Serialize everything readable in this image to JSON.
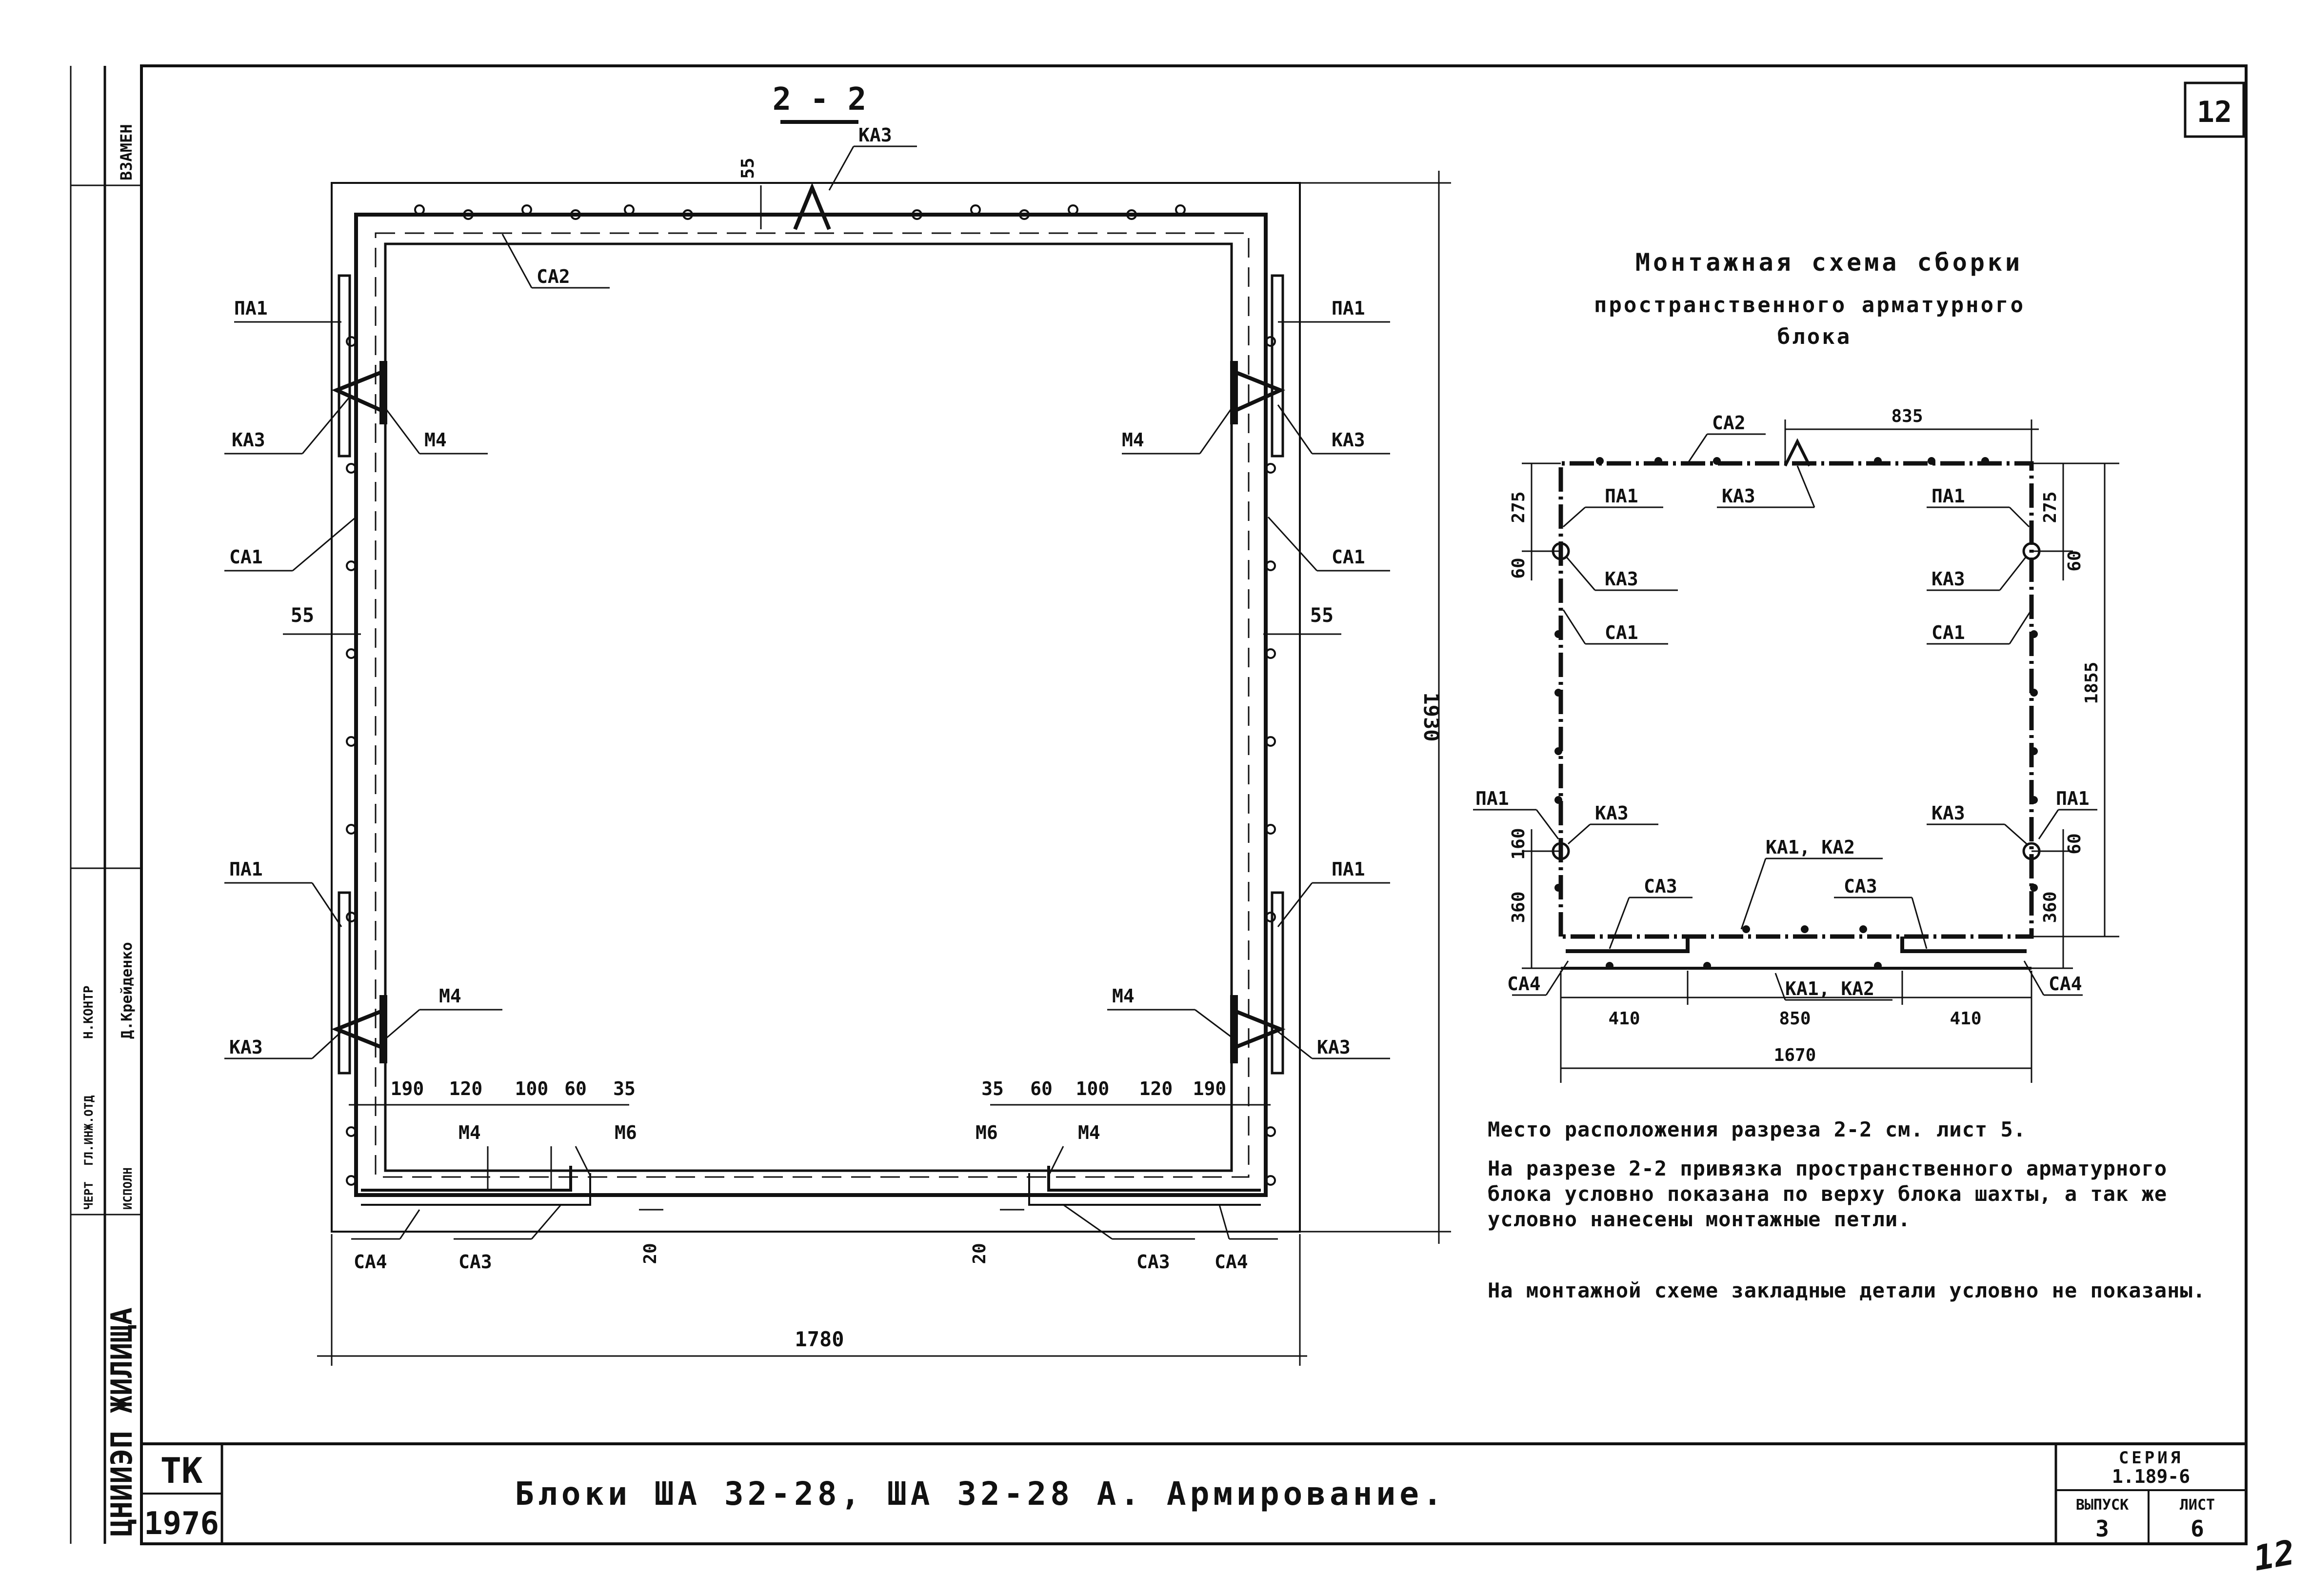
{
  "sheet": {
    "page_corner_number": "12",
    "handwritten_number": "12",
    "side_stamp": {
      "replace": "ВЗАМЕН",
      "org": "ЦНИИЭП ЖИЛИЩА",
      "role1": "Н.КОНТР",
      "role2": "ГЛ.ИНЖ.ОТД",
      "role3": "ИСПОЛН",
      "role4": "ЧЕРТ",
      "name": "Д.Крейденко"
    },
    "section": {
      "title": "2 - 2",
      "overall_width": "1780",
      "overall_height": "1930",
      "top_offset": "55",
      "left_offset": "55",
      "right_offset": "55",
      "bottom_offset_left": "20",
      "bottom_offset_right": "20",
      "left_bottom_dims": [
        "190",
        "120",
        "100",
        "60",
        "35"
      ],
      "right_bottom_dims": [
        "35",
        "60",
        "100",
        "120",
        "190"
      ],
      "labels": {
        "ka3_top": "КА3",
        "sa2": "СА2",
        "pa1_tl": "ПА1",
        "ka3_l1": "КА3",
        "m4_l1": "М4",
        "sa1_l": "СА1",
        "pa1_bl": "ПА1",
        "m4_l2": "М4",
        "ka3_l2": "КА3",
        "pa1_tr": "ПА1",
        "m4_r1": "М4",
        "ka3_r1": "КА3",
        "sa1_r": "СА1",
        "pa1_br": "ПА1",
        "m4_r2": "М4",
        "ka3_r2": "КА3",
        "m4_bl": "М4",
        "m6_bl": "М6",
        "sa4_bl": "СА4",
        "sa3_bl": "СА3",
        "m6_br": "М6",
        "m4_br": "М4",
        "sa3_br": "СА3",
        "sa4_br": "СА4"
      }
    },
    "scheme": {
      "title_lines": [
        "Монтажная схема сборки",
        "пространственного арматурного",
        "блока"
      ],
      "dims": {
        "top": "835",
        "tl": "275",
        "tr": "275",
        "l60": "60",
        "r60": "60",
        "right_h": "1855",
        "bl160": "160",
        "br60": "60",
        "l360": "360",
        "r360": "360",
        "b410l": "410",
        "b850": "850",
        "b410r": "410",
        "total": "1670"
      },
      "labels": {
        "sa2": "СА2",
        "pa1_tl": "ПА1",
        "ka3_top": "КА3",
        "pa1_tr": "ПА1",
        "ka3_l1": "КА3",
        "ka3_r1": "КА3",
        "sa1_l": "СА1",
        "sa1_r": "СА1",
        "pa1_bl": "ПА1",
        "ka3_l2": "КА3",
        "ka12_top": "КА1, КА2",
        "ka3_r2": "КА3",
        "pa1_br": "ПА1",
        "sa3_l": "СА3",
        "sa3_r": "СА3",
        "sa4_l": "СА4",
        "ka12_bot": "КА1, КА2",
        "sa4_r": "СА4"
      }
    },
    "notes": [
      "Место расположения разреза 2-2 см. лист 5.",
      "На разрезе 2-2 привязка пространственного арматурного блока условно показана по верху блока шахты, а так же условно нанесены монтажные петли.",
      "На монтажной схеме закладные детали условно не показаны."
    ],
    "title_block": {
      "tk": "ТК",
      "year": "1976",
      "title": "Блоки   ША 32-28,   ША 32-28 А.   Армирование.",
      "series_label": "СЕРИЯ",
      "series_value": "1.189-6",
      "issue_label": "ВЫПУСК",
      "issue_value": "3",
      "sheet_label": "ЛИСТ",
      "sheet_value": "6"
    }
  }
}
